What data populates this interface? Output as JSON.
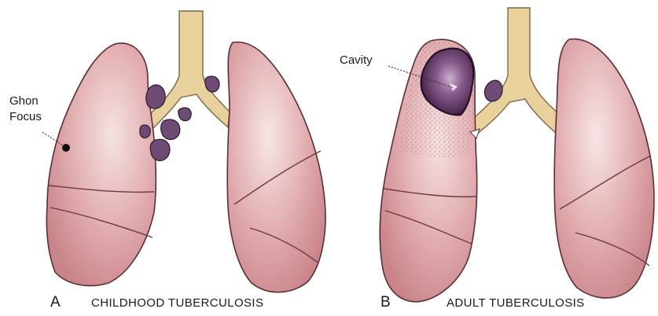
{
  "panel_a": {
    "letter": "A",
    "caption": "CHILDHOOD TUBERCULOSIS",
    "annotation_line1": "Ghon",
    "annotation_line2": "Focus"
  },
  "panel_b": {
    "letter": "B",
    "caption": "ADULT TUBERCULOSIS",
    "annotation": "Cavity"
  },
  "colors": {
    "lung_fill": "#dca2a6",
    "lung_highlight": "#f3dcdc",
    "trachea": "#e9d19c",
    "lymph_node": "#6e4b74",
    "cavity": "#4e2a55",
    "outline": "#5a2e33"
  }
}
